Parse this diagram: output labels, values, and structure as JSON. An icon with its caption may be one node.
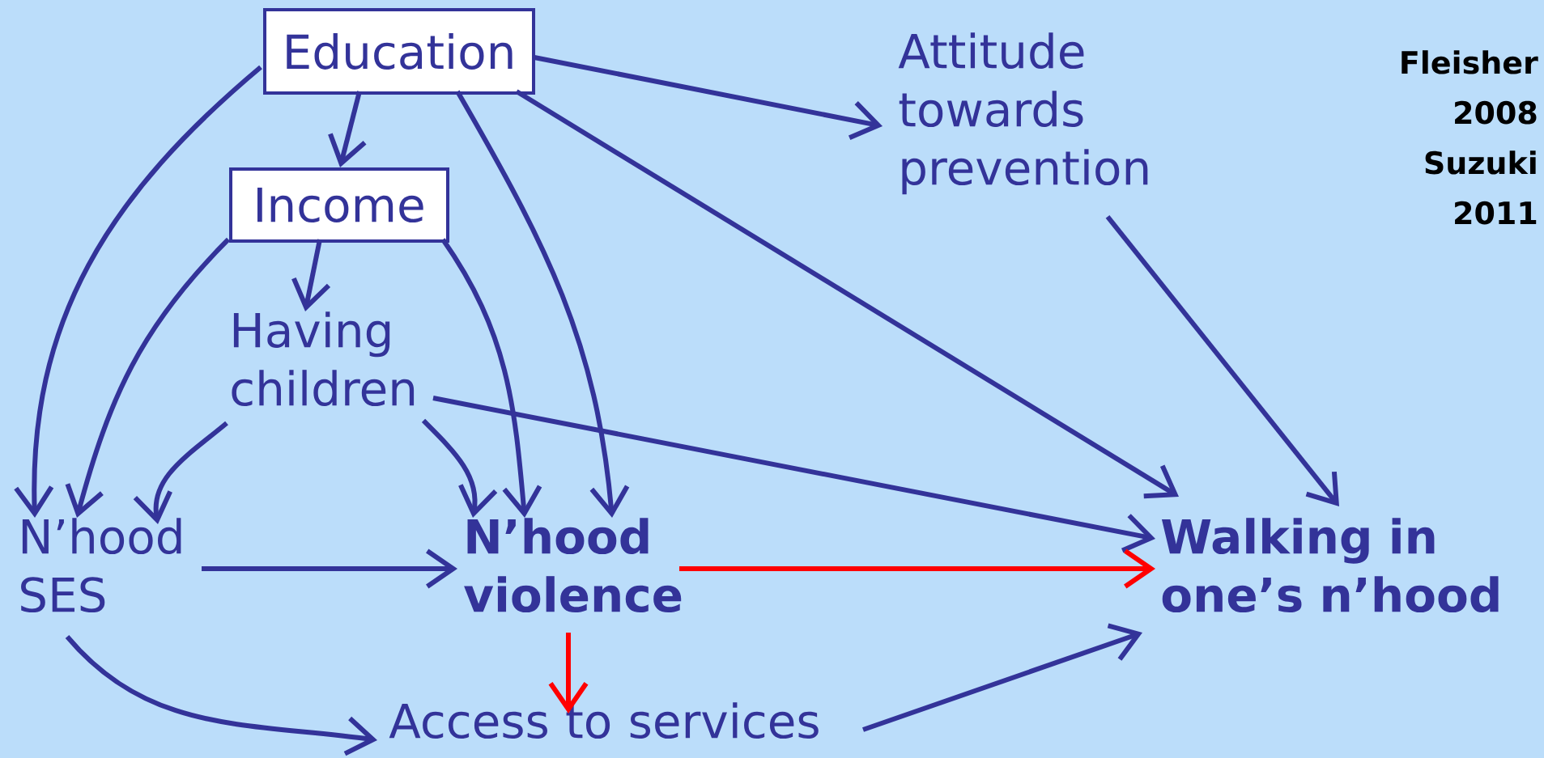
{
  "diagram": {
    "nodes": [
      {
        "text": [
          "Education"
        ]
      },
      {
        "text": [
          "Income"
        ]
      },
      {
        "text": [
          "Attitude towards prevention"
        ]
      },
      {
        "text": [
          "Having children"
        ]
      },
      {
        "text": [
          "N’hood SES"
        ]
      },
      {
        "text": [
          "N’hood violence"
        ]
      },
      {
        "text": [
          "Walking in one’s n’hood"
        ]
      },
      {
        "text": [
          "Access to services"
        ]
      }
    ],
    "edges": [
      {
        "from": 0,
        "to": 1,
        "arrow": "to"
      },
      {
        "from": 0,
        "to": 2,
        "arrow": "to"
      },
      {
        "from": 0,
        "to": 6,
        "arrow": "to"
      },
      {
        "from": 0,
        "to": 5,
        "arrow": "to"
      },
      {
        "from": 0,
        "to": 4,
        "arrow": "to"
      },
      {
        "from": 1,
        "to": 3,
        "arrow": "to"
      },
      {
        "from": 1,
        "to": 4,
        "arrow": "to"
      },
      {
        "from": 1,
        "to": 5,
        "arrow": "to"
      },
      {
        "from": 3,
        "to": 4,
        "arrow": "to"
      },
      {
        "from": 3,
        "to": 5,
        "arrow": "to"
      },
      {
        "from": 3,
        "to": 6,
        "arrow": "to"
      },
      {
        "from": 2,
        "to": 6,
        "arrow": "to"
      },
      {
        "from": 4,
        "to": 5,
        "arrow": "to"
      },
      {
        "from": 5,
        "to": 6,
        "arrow": "to",
        "color": "#ff0000"
      },
      {
        "from": 5,
        "to": 7,
        "arrow": "to",
        "color": "#ff0000"
      },
      {
        "from": 4,
        "to": 7,
        "arrow": "to"
      },
      {
        "from": 7,
        "to": 6,
        "arrow": "to"
      }
    ],
    "labels": [
      "Fleisher 2008",
      "Suzuki 2011"
    ]
  }
}
